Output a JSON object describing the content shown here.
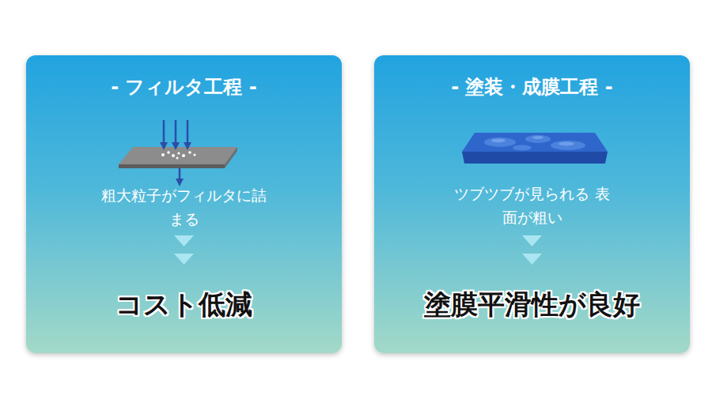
{
  "diagram": {
    "nodes": [
      {
        "text": [
          "- フィルタ工程 -",
          "粗大粒子がフィルタに詰まる",
          "コスト低減"
        ]
      },
      {
        "text": [
          "- 塗装・成膜工程 -",
          "ツブツブが見られる 表面が粗い",
          "塗膜平滑性が良好"
        ]
      }
    ]
  }
}
